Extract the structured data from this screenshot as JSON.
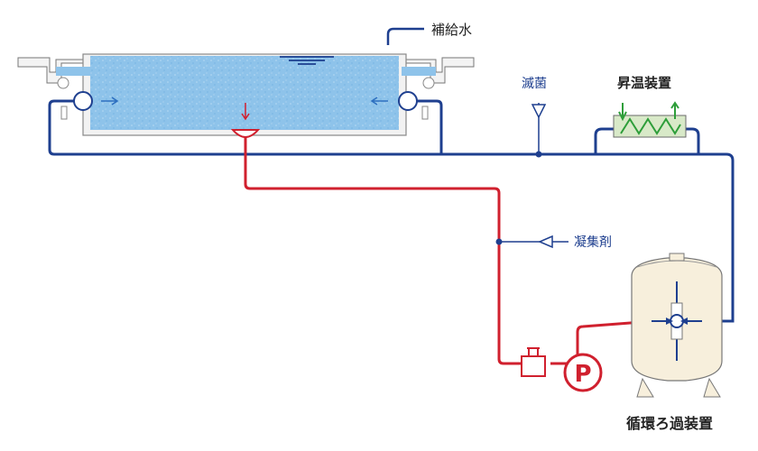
{
  "labels": {
    "makeup_water": "補給水",
    "sterilization": "滅菌",
    "heater": "昇温装置",
    "coagulant": "凝集剤",
    "filtration": "循環ろ過装置",
    "pump_symbol": "P"
  },
  "colors": {
    "return_pipe": "#1e3f8f",
    "supply_pipe": "#d0202e",
    "water": "#8ec3ea",
    "water_light": "#cfe5f6",
    "heater_coil": "#2e9e3a",
    "tank_fill": "#f7efdc",
    "outline": "#555555"
  }
}
